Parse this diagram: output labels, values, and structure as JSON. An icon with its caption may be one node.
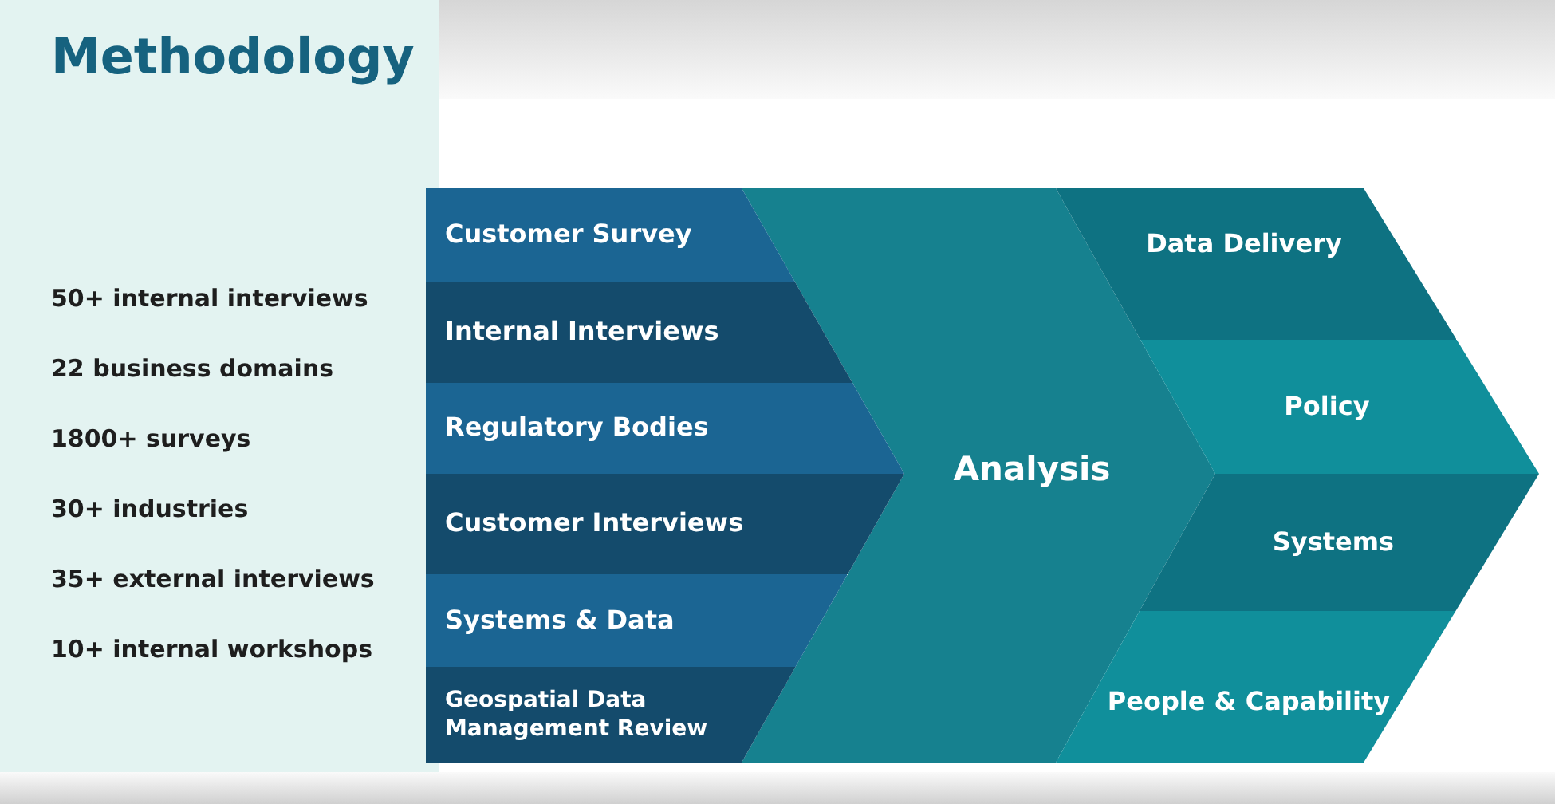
{
  "diagram": {
    "title": "Methodology",
    "nodes": [
      {
        "text": [
          "Customer Survey"
        ]
      },
      {
        "text": [
          "Internal Interviews"
        ]
      },
      {
        "text": [
          "Regulatory Bodies"
        ]
      },
      {
        "text": [
          "Customer Interviews"
        ]
      },
      {
        "text": [
          "Systems & Data"
        ]
      },
      {
        "text": [
          "Geospatial Data Management Review"
        ]
      },
      {
        "text": [
          "Analysis"
        ]
      },
      {
        "text": [
          "Data Delivery"
        ]
      },
      {
        "text": [
          "Policy"
        ]
      },
      {
        "text": [
          "Systems"
        ]
      },
      {
        "text": [
          "People & Capability"
        ]
      }
    ],
    "edges": [],
    "labels": [
      "50+ internal interviews",
      "22 business domains",
      "1800+ surveys",
      "30+ industries",
      "35+ external interviews",
      "10+ internal workshops"
    ]
  }
}
